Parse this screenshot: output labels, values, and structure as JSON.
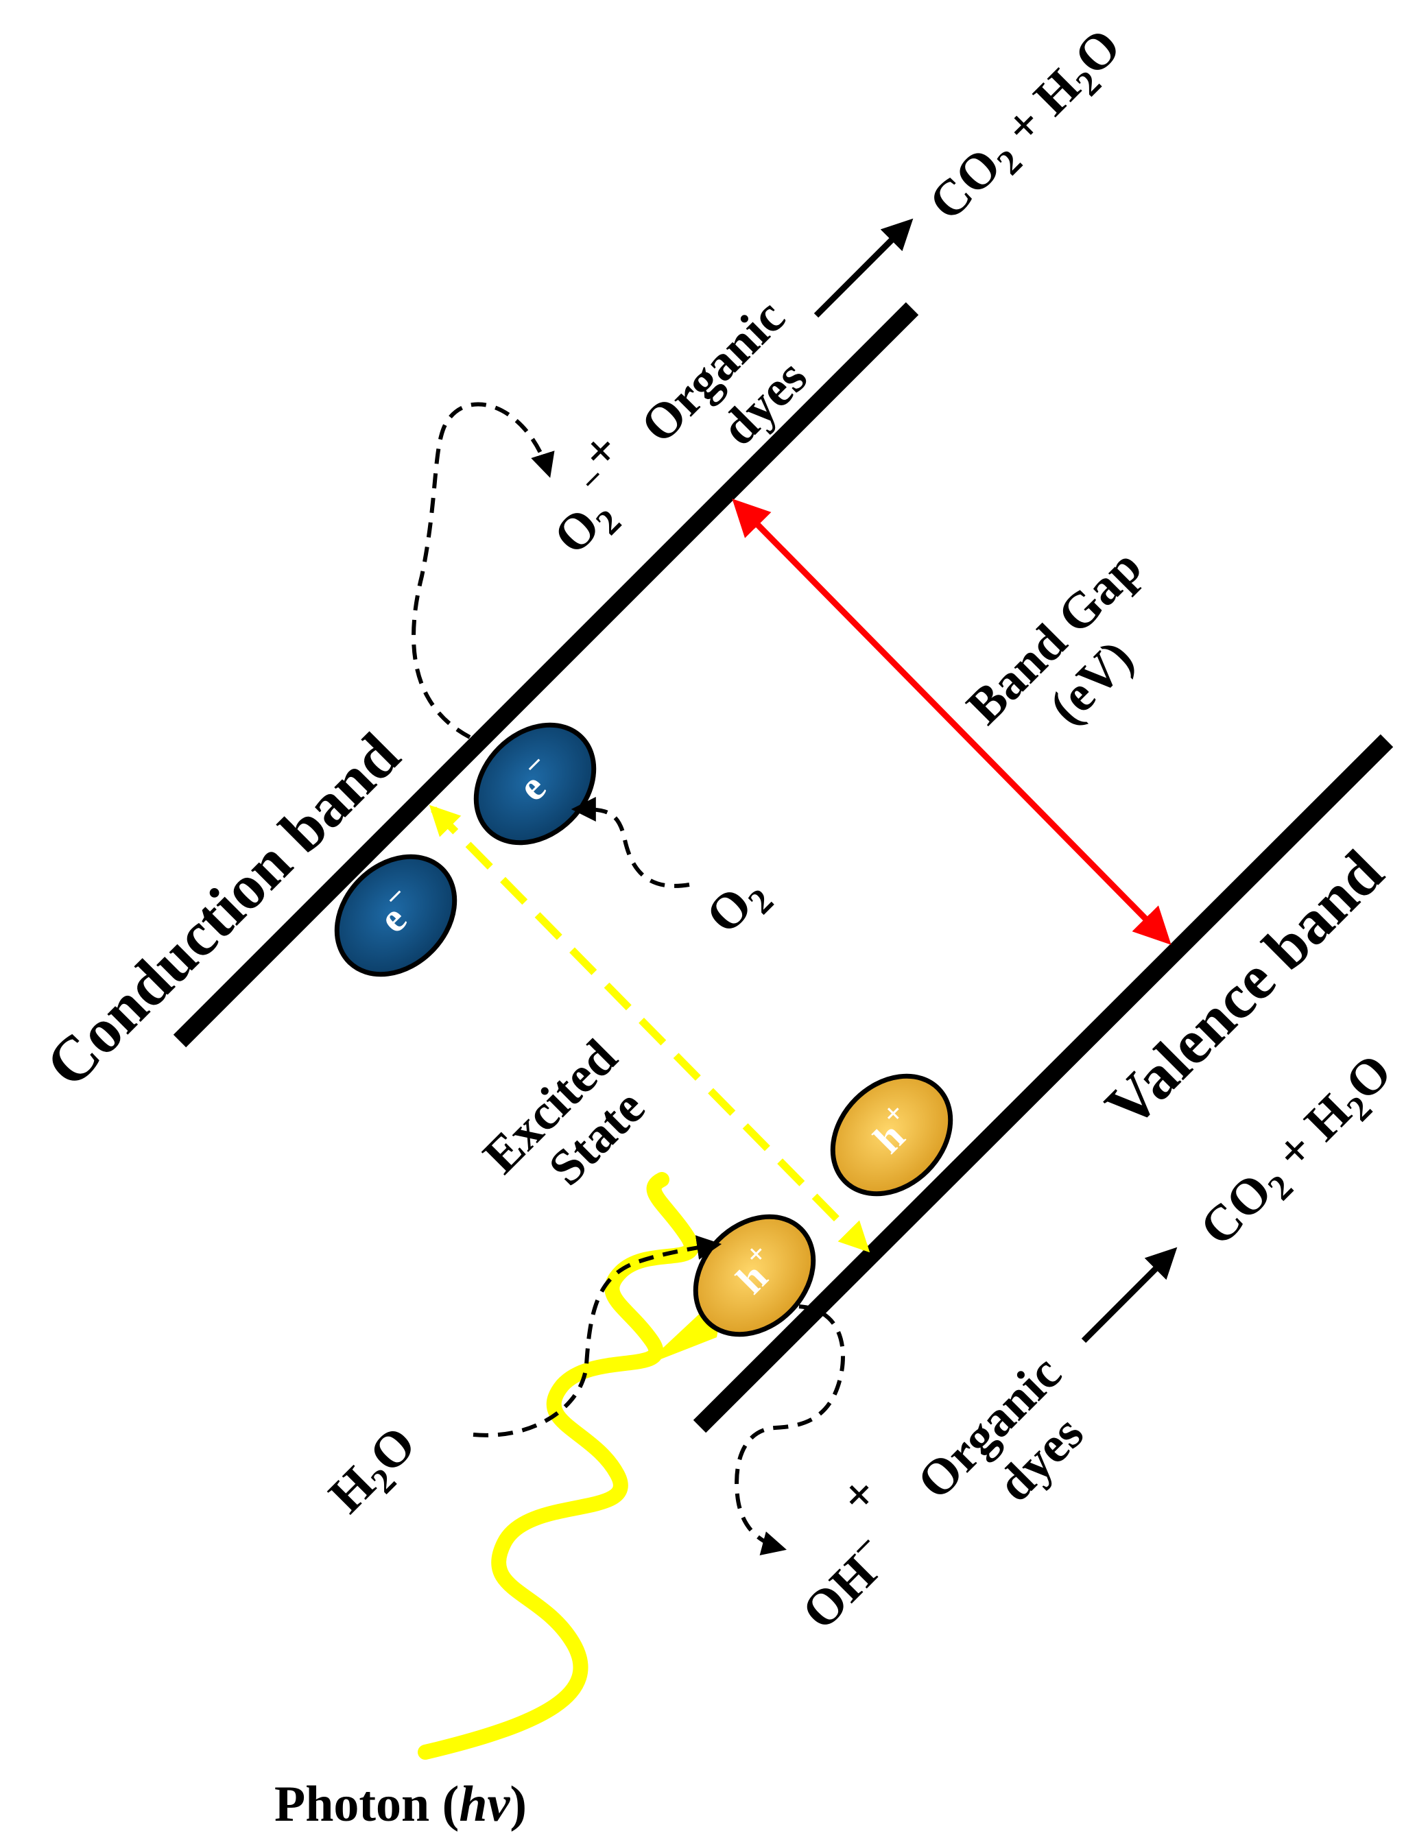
{
  "bands": {
    "conduction": "Conduction band",
    "valence": "Valence band"
  },
  "band_gap": {
    "line1": "Band Gap",
    "line2": "(eV)"
  },
  "excited_state": {
    "line1": "Excited",
    "line2": "State"
  },
  "photon": {
    "prefix": "Photon (",
    "symbol": "hv",
    "suffix": ")"
  },
  "electron": {
    "symbol": "e",
    "charge": "−"
  },
  "hole": {
    "symbol": "h",
    "charge": "+"
  },
  "conduction_side": {
    "radical": "O",
    "radical_sub": "2",
    "radical_charge": "−",
    "plus": "+",
    "organic_line1": "Organic",
    "organic_line2": "dyes",
    "reactant": "O",
    "reactant_sub": "2",
    "product_a": "CO",
    "product_a_sub": "2",
    "product_plus": " + H",
    "product_b_sub": "2",
    "product_b": "O"
  },
  "valence_side": {
    "reactant_a": "H",
    "reactant_sub": "2",
    "reactant_b": "O",
    "radical": "OH",
    "radical_charge": "−",
    "plus": "+",
    "organic_line1": "Organic",
    "organic_line2": "dyes",
    "product_a": "CO",
    "product_a_sub": "2",
    "product_plus": " + H",
    "product_b_sub": "2",
    "product_b": "O"
  },
  "colors": {
    "band_line": "#000000",
    "band_gap_arrow": "#ff0000",
    "excitation_arrow": "#ffff00",
    "photon_wave": "#ffff00",
    "electron_fill": "#0d4a7a",
    "hole_fill": "#f0b43a"
  }
}
